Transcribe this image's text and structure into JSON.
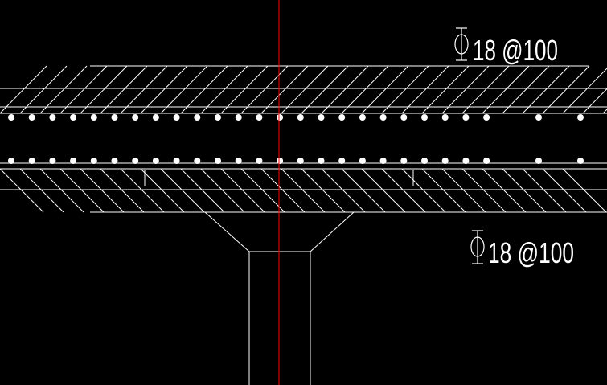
{
  "annotations": {
    "top_rebar": {
      "symbol": "Φ",
      "spec": "18 @100"
    },
    "bottom_rebar": {
      "symbol": "Φ",
      "spec": "18 @100"
    }
  },
  "colors": {
    "background": "#000000",
    "linework": "#ffffff",
    "centerline": "#ff0000"
  }
}
